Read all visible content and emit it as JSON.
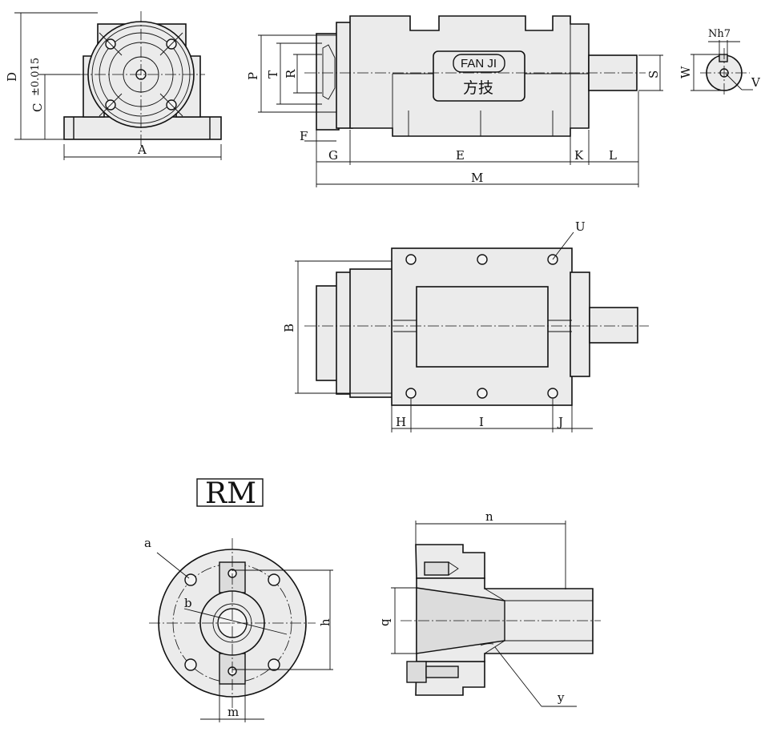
{
  "labels": {
    "D": "D",
    "C": "C",
    "C_tol": "±0.015",
    "A": "A",
    "P": "P",
    "T": "T",
    "R": "R",
    "F": "F",
    "G": "G",
    "E": "E",
    "K": "K",
    "L": "L",
    "M": "M",
    "S": "S",
    "W": "W",
    "Nh7": "Nh7",
    "V": "V",
    "B": "B",
    "U": "U",
    "H": "H",
    "I": "I",
    "J": "J",
    "a": "a",
    "b": "b",
    "h": "h",
    "m": "m",
    "n": "n",
    "q": "q",
    "y": "y"
  },
  "brand": {
    "latin": "FAN JI",
    "chinese": "方技"
  },
  "model_box": "RM"
}
